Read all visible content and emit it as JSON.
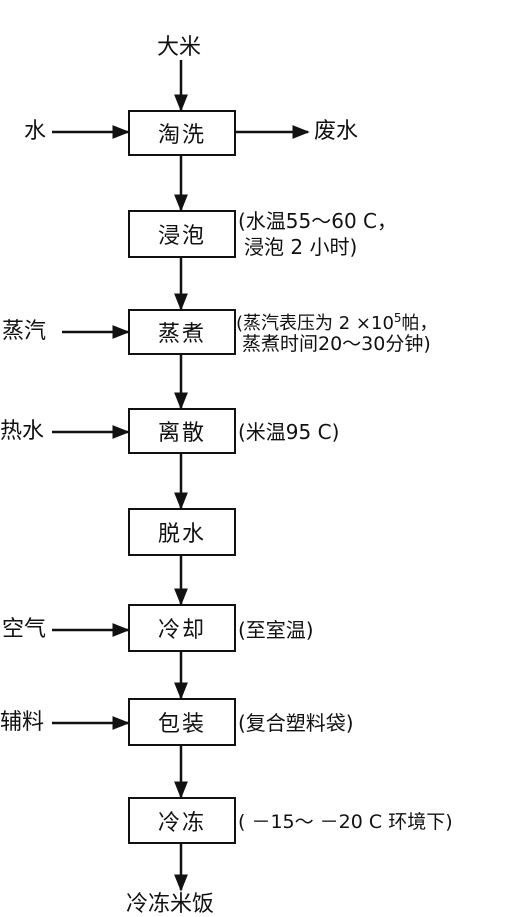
{
  "input_top": "大米",
  "output_bottom": "冷冻米饭",
  "steps": [
    {
      "label": "淘洗",
      "input": "水",
      "output": "废水"
    },
    {
      "label": "浸泡",
      "note_line1": "(水温55～60 C，",
      "note_line2": "浸泡 2 小时)"
    },
    {
      "label": "蒸煮",
      "input": "蒸汽",
      "note_line1_pre": "(蒸汽表压为 2 ×10",
      "note_line1_sup": "5",
      "note_line1_post": "帕，",
      "note_line2": "蒸煮时间20～30分钟)"
    },
    {
      "label": "离散",
      "input": "热水",
      "note_line1": "(米温95 C)"
    },
    {
      "label": "脱水"
    },
    {
      "label": "冷却",
      "input": "空气",
      "note_line1": "(至室温)"
    },
    {
      "label": "包装",
      "input": "辅料",
      "note_line1": "(复合塑料袋)"
    },
    {
      "label": "冷冻",
      "note_line1": "( －15～ －20 C 环境下)"
    }
  ],
  "colors": {
    "line": "#111111",
    "background": "#ffffff"
  }
}
